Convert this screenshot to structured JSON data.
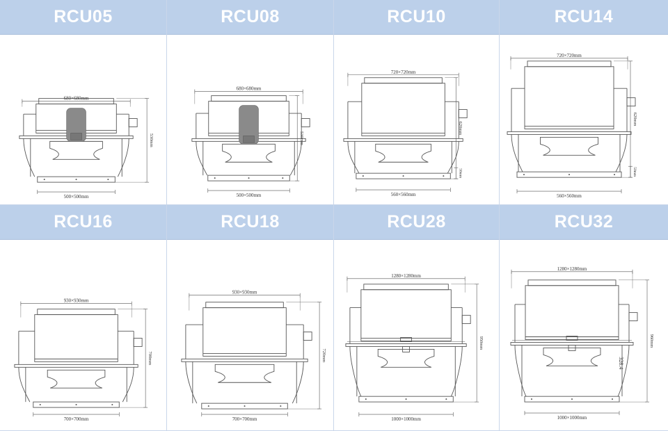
{
  "models": [
    {
      "name": "RCU05",
      "top_dim": "680×680mm",
      "base_dim": "500×500mm",
      "height_dim": "530mm",
      "motor": true
    },
    {
      "name": "RCU08",
      "top_dim": "680×680mm",
      "base_dim": "500×500mm",
      "height_dim": "530mm",
      "motor": true
    },
    {
      "name": "RCU10",
      "top_dim": "720×720mm",
      "base_dim": "560×560mm",
      "height_dim": "620mm",
      "small_dim": "50mm",
      "motor": false
    },
    {
      "name": "RCU14",
      "top_dim": "720×720mm",
      "base_dim": "560×560mm",
      "height_dim": "620mm",
      "small_dim": "50mm",
      "motor": false
    },
    {
      "name": "RCU16",
      "top_dim": "930×930mm",
      "base_dim": "700×700mm",
      "height_dim": "700mm",
      "motor": false
    },
    {
      "name": "RCU18",
      "top_dim": "930×930mm",
      "base_dim": "700×700mm",
      "height_dim": "720mm",
      "motor": false
    },
    {
      "name": "RCU28",
      "top_dim": "1280×1280mm",
      "base_dim": "1000×1000mm",
      "height_dim": "950mm",
      "motor": false
    },
    {
      "name": "RCU32",
      "top_dim": "1280×1280mm",
      "base_dim": "1000×1000mm",
      "height_dim": "960mm",
      "side_dim": "328.4",
      "motor": false
    }
  ],
  "colors": {
    "header_bg": "#bcd0ea",
    "header_text": "#ffffff",
    "line": "#555555",
    "motor": "#8a8a8a"
  }
}
